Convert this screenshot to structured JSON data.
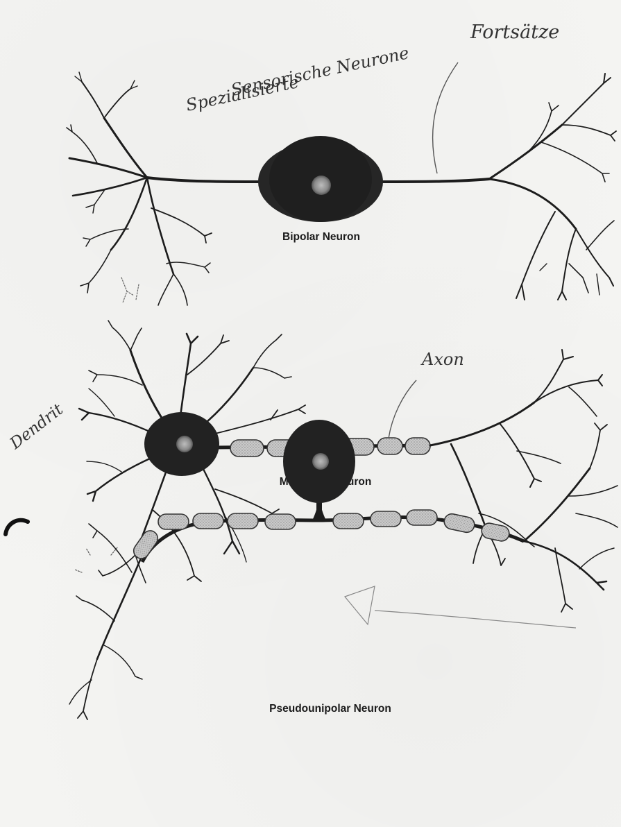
{
  "diagram": {
    "labels": {
      "bipolar": "Bipolar Neuron",
      "multipolar": "Multipolar Neuron",
      "pseudounipolar": "Pseudounipolar Neuron"
    },
    "handwritten": {
      "specialized_line1": "Spezialisierte",
      "specialized_line2": "Sensorische Neurone",
      "processes": "Fortsätze",
      "axon": "Axon",
      "dendrite": "Dendrit"
    }
  }
}
